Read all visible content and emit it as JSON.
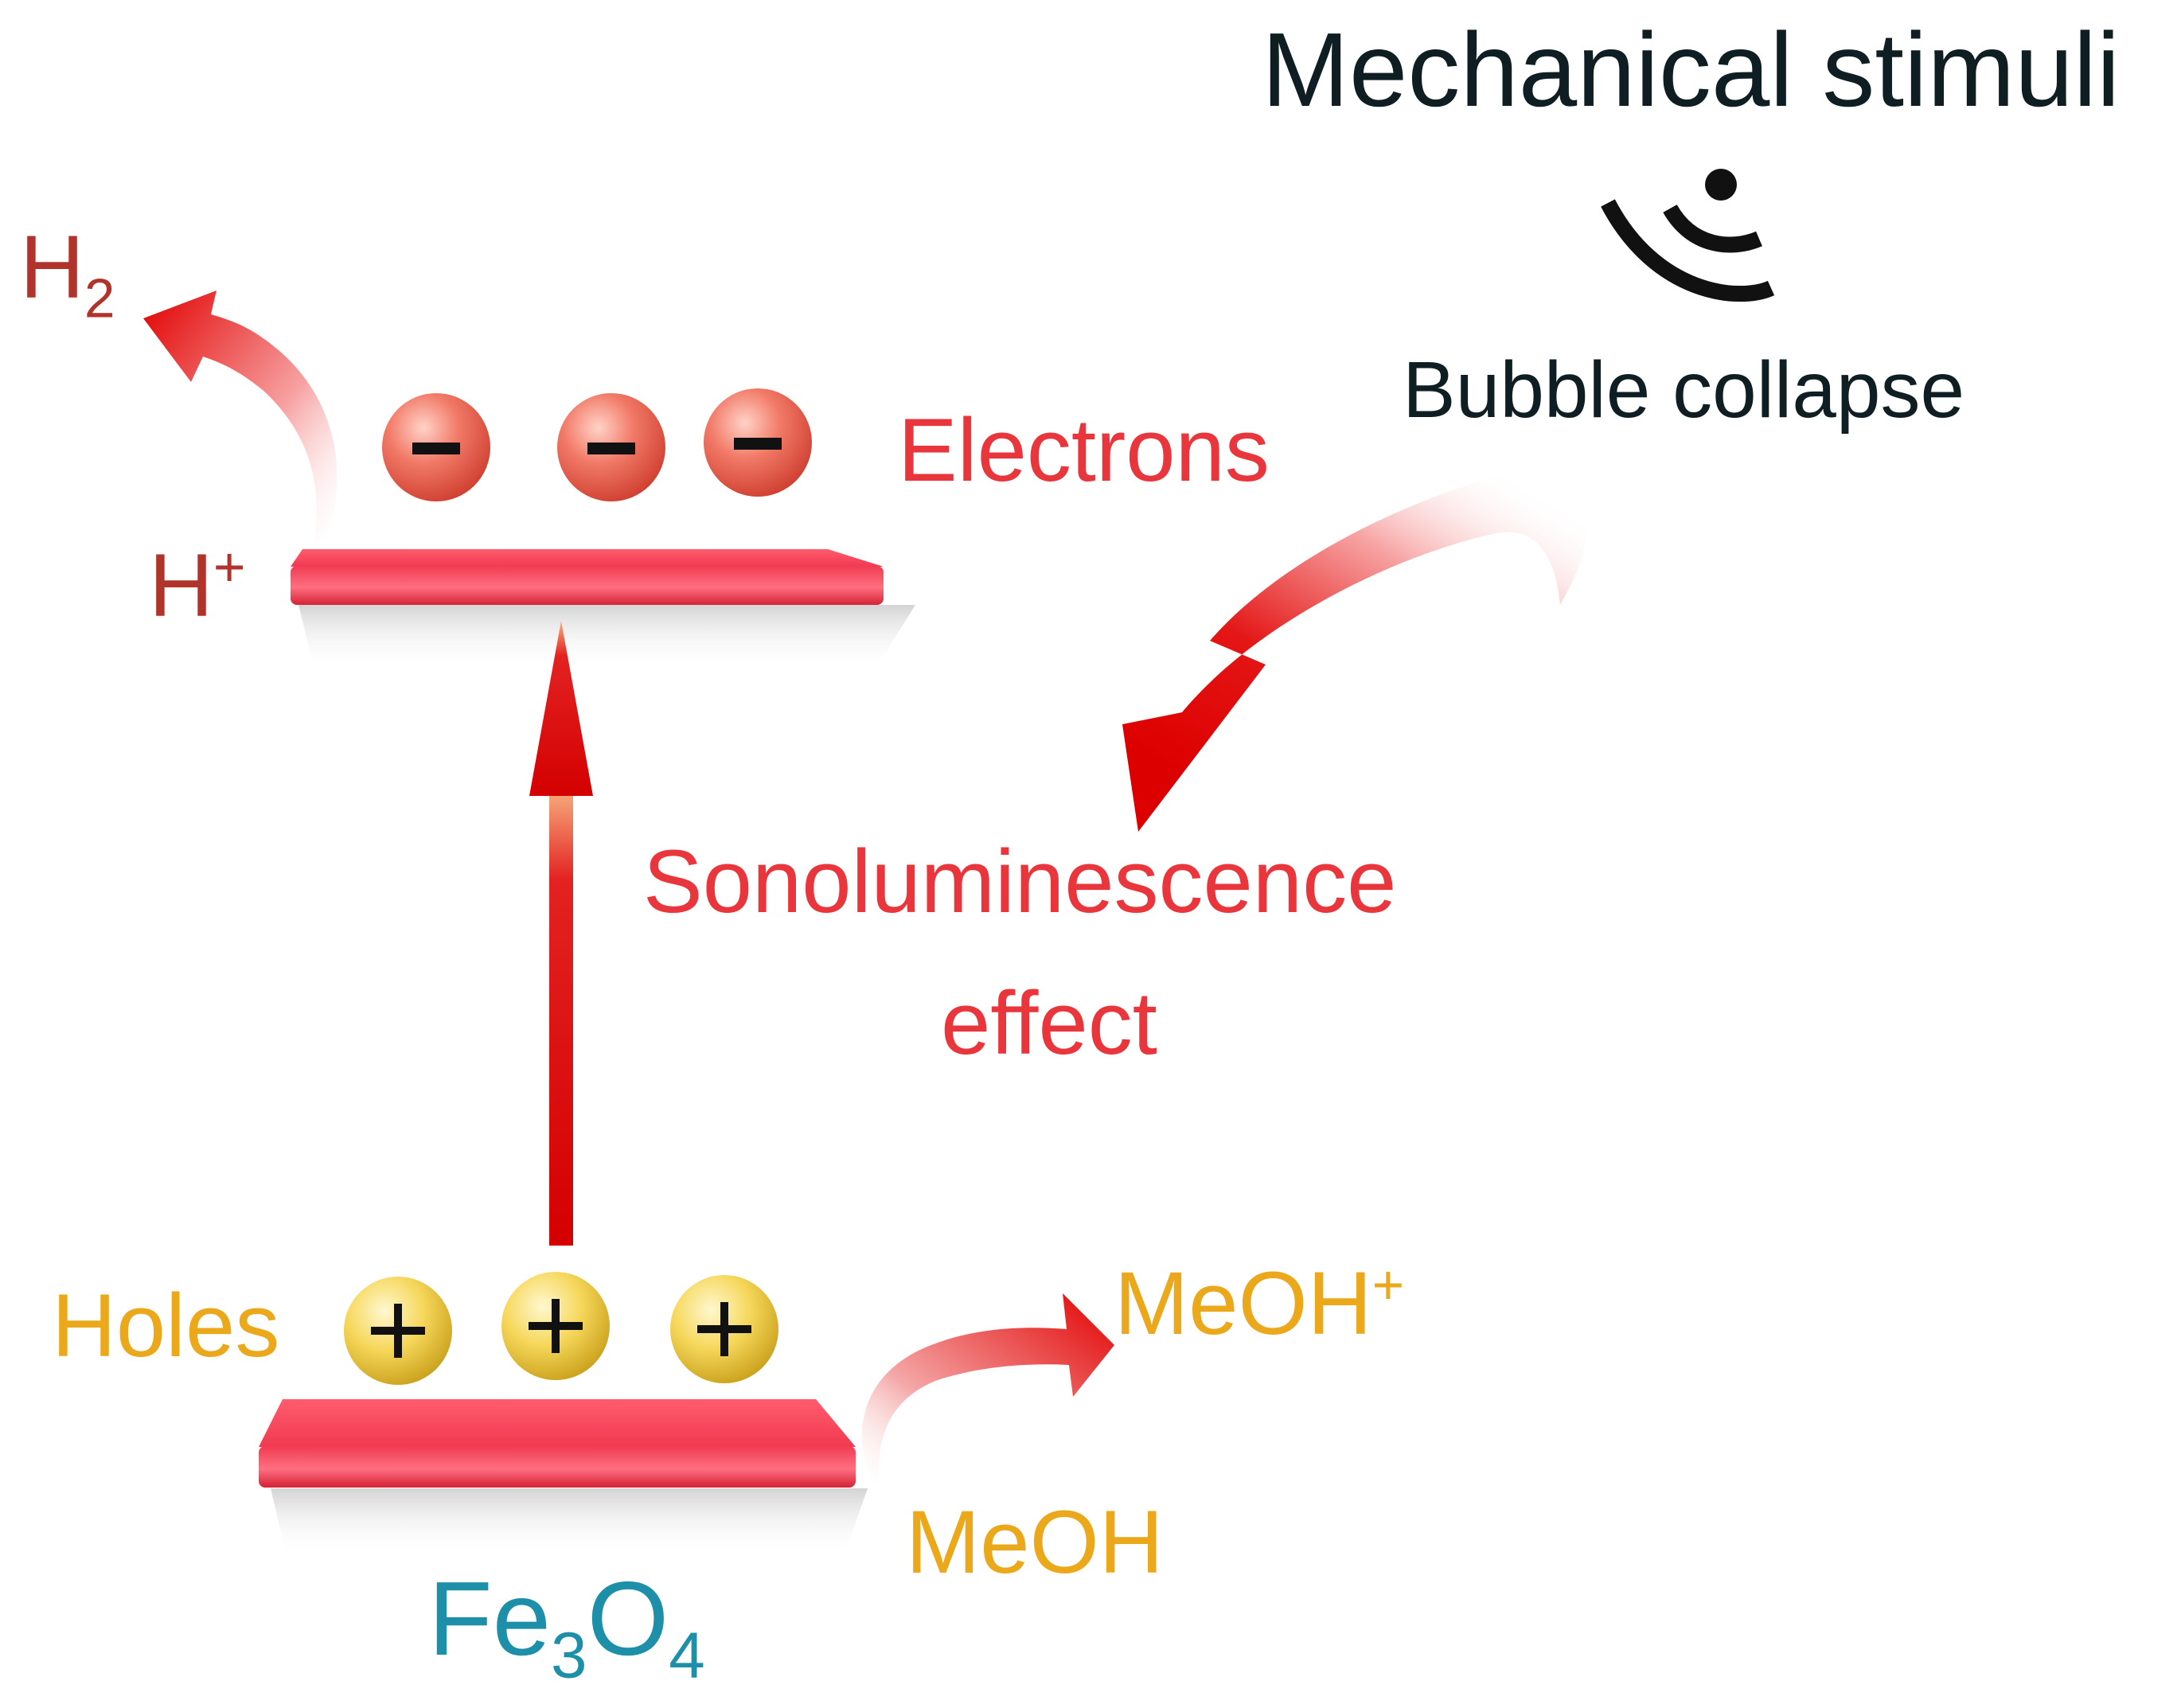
{
  "labels": {
    "mechanical_stimuli": "Mechanical stimuli",
    "bubble_collapse": "Bubble collapse",
    "electrons": "Electrons",
    "sonoluminescence": "Sonoluminescence",
    "effect": "effect",
    "holes": "Holes",
    "h2_base": "H",
    "h2_sub": "2",
    "h_plus_base": "H",
    "h_plus_sup": "+",
    "meoh": "MeOH",
    "meoh_plus_base": "MeOH",
    "meoh_plus_sup": "+",
    "fe3o4_fe": "Fe",
    "fe3o4_sub1": "3",
    "fe3o4_o": "O",
    "fe3o4_sub2": "4",
    "minus_sign": "−",
    "plus_sign": "+"
  },
  "colors": {
    "black_text": "#0e1e22",
    "red_text": "#e8363c",
    "brown_red_text": "#b0332c",
    "orange_text": "#eaa81a",
    "teal_text": "#1e8fa8",
    "band_red": "#ee3a4e",
    "arrow_red": "#e10000"
  }
}
